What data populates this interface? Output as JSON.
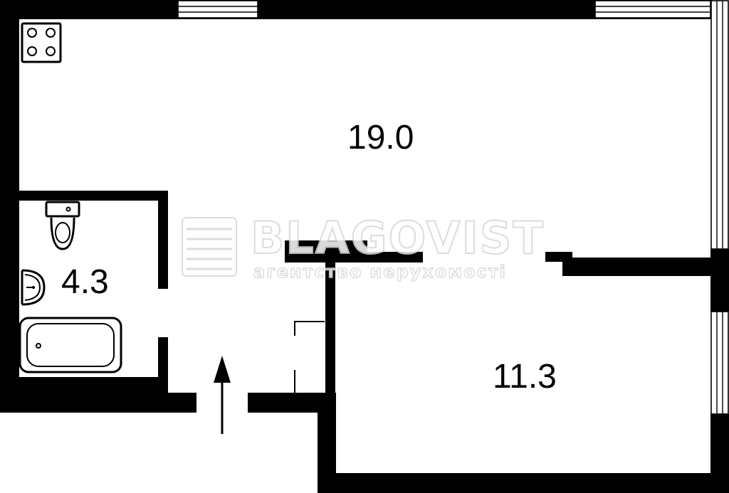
{
  "plan": {
    "rooms": [
      {
        "id": "living",
        "area_label": "19.0"
      },
      {
        "id": "bathroom",
        "area_label": "4.3"
      },
      {
        "id": "bedroom",
        "area_label": "11.3"
      }
    ]
  },
  "watermark": {
    "brand": "BLAGOVIST",
    "tagline": "агентство нерухомості"
  },
  "colors": {
    "wall": "#000000",
    "background": "#ffffff",
    "watermark_outline": "#d6d6d6"
  },
  "icons": [
    "stove-icon",
    "toilet-icon",
    "sink-icon",
    "bathtub-icon",
    "entrance-arrow-icon",
    "watermark-logo-icon"
  ]
}
